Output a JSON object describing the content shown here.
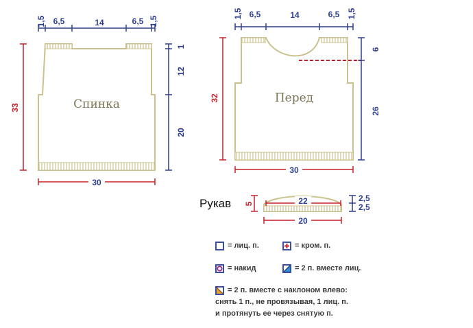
{
  "colors": {
    "blue": "#2d3e91",
    "red": "#c8202a",
    "piece": "#c9c28e",
    "label": "#7a7454"
  },
  "back": {
    "label": "Спинка",
    "top_dims": [
      "1,5",
      "6,5",
      "14",
      "6,5",
      "1,5"
    ],
    "height_total": "33",
    "height_parts": [
      "1",
      "12",
      "20"
    ],
    "width": "30"
  },
  "front": {
    "label": "Перед",
    "top_dims": [
      "1,5",
      "6,5",
      "14",
      "6,5",
      "1,5"
    ],
    "height_total": "32",
    "height_parts": [
      "6",
      "26"
    ],
    "width": "30"
  },
  "sleeve": {
    "title": "Рукав",
    "inner_width": "22",
    "bottom_width": "20",
    "height": "5",
    "height_parts": [
      "2,5",
      "2,5"
    ]
  },
  "legend": {
    "knit": "= лиц. п.",
    "edge": "= кром. п.",
    "yo": "= накид",
    "k2tog": "= 2 п. вместе лиц.",
    "ssk_line1": "= 2 п. вместе с наклоном влево:",
    "ssk_line2": "снять 1 п., не провязывая, 1 лиц. п.",
    "ssk_line3": "и протянуть ее через снятую п."
  }
}
